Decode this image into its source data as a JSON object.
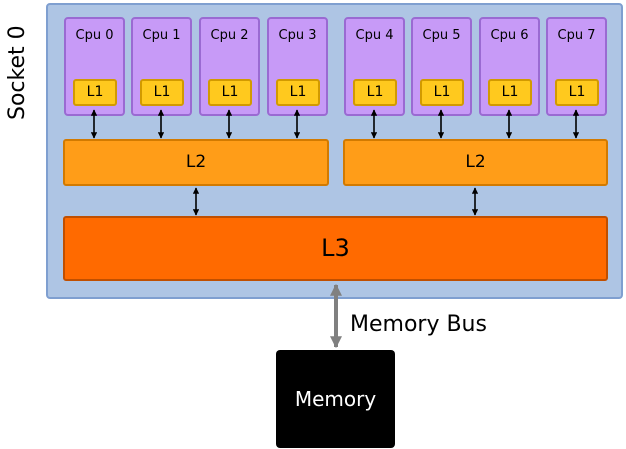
{
  "socket": {
    "label": "Socket 0",
    "cpus": [
      {
        "label": "Cpu 0",
        "l1_label": "L1"
      },
      {
        "label": "Cpu 1",
        "l1_label": "L1"
      },
      {
        "label": "Cpu 2",
        "l1_label": "L1"
      },
      {
        "label": "Cpu 3",
        "l1_label": "L1"
      },
      {
        "label": "Cpu 4",
        "l1_label": "L1"
      },
      {
        "label": "Cpu 5",
        "l1_label": "L1"
      },
      {
        "label": "Cpu 6",
        "l1_label": "L1"
      },
      {
        "label": "Cpu 7",
        "l1_label": "L1"
      }
    ],
    "l2": [
      {
        "label": "L2"
      },
      {
        "label": "L2"
      }
    ],
    "l3": {
      "label": "L3"
    }
  },
  "memory_bus": {
    "label": "Memory Bus"
  },
  "memory": {
    "label": "Memory"
  },
  "colors": {
    "socket_fill": "#aec5e4",
    "cpu_fill": "#c79af7",
    "l1_fill": "#ffc91e",
    "l2_fill": "#ff9d18",
    "l3_fill": "#ff6a00",
    "memory_fill": "#000000",
    "bus_arrow": "#808080"
  }
}
